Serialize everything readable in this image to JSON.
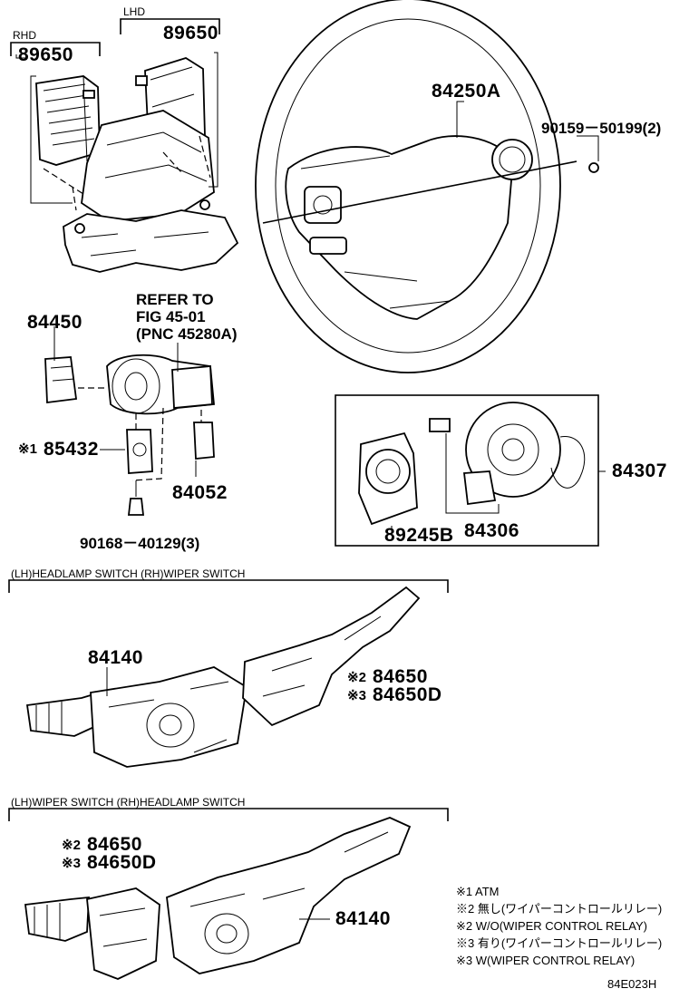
{
  "groups": {
    "rhd": "RHD",
    "lhd": "LHD"
  },
  "parts": {
    "p89650_rhd": "89650",
    "p89650_lhd": "89650",
    "p84250a": "84250A",
    "p90159": "90159－50199(2)",
    "p84450": "84450",
    "refer_line1": "REFER TO",
    "refer_line2": "FIG 45-01",
    "refer_line3": "(PNC 45280A)",
    "p85432_mark": "※1",
    "p85432": "85432",
    "p84052": "84052",
    "p90168": "90168－40129(3)",
    "p84307": "84307",
    "p89245b": "89245B",
    "p84306": "84306",
    "p84140_a": "84140",
    "p84650_a_mark": "※2",
    "p84650_a": "84650",
    "p84650d_a_mark": "※3",
    "p84650d_a": "84650D",
    "p84650_b_mark": "※2",
    "p84650_b": "84650",
    "p84650d_b_mark": "※3",
    "p84650d_b": "84650D",
    "p84140_b": "84140"
  },
  "sections": {
    "section1": "(LH)HEADLAMP SWITCH  (RH)WIPER SWITCH",
    "section2": "(LH)WIPER SWITCH  (RH)HEADLAMP SWITCH"
  },
  "legend": [
    "※1 ATM",
    "※2 無し(ワイパーコントロールリレー)",
    "※2 W/O(WIPER CONTROL RELAY)",
    "※3 有り(ワイパーコントロールリレー)",
    "※3 W(WIPER CONTROL RELAY)"
  ],
  "figure_code": "84E023H"
}
